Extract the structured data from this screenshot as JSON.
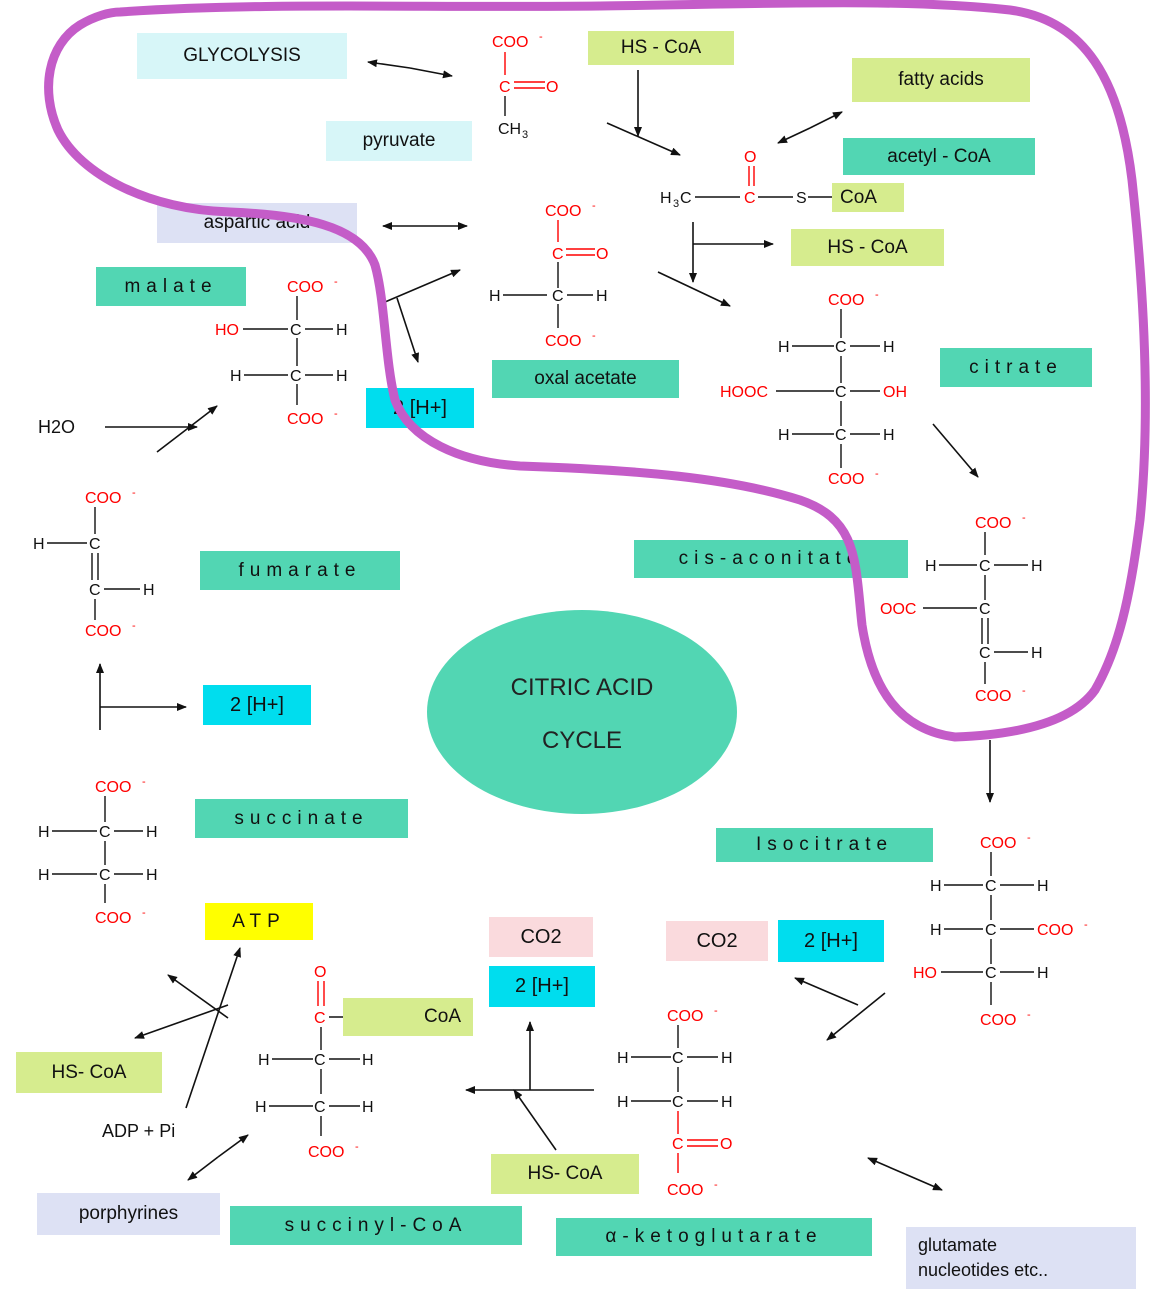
{
  "labels": {
    "glycolysis": "GLYCOLYSIS",
    "pyruvate": "pyruvate",
    "hscoa_top": "HS - CoA",
    "fatty_acids": "fatty acids",
    "acetyl_coa": "acetyl - CoA",
    "hscoa_right": "HS - CoA",
    "aspartic_acid": "aspartic acid",
    "malate": "malate",
    "oxalacetate": "oxal acetate",
    "citrate": "citrate",
    "h_plus_top": "2 [H+]",
    "fumarate": "fumarate",
    "cis_aconitate": "cis-aconitate",
    "h_plus_left": "2 [H+]",
    "succinate": "succinate",
    "isocitrate": "Isocitrate",
    "atp": "ATP",
    "co2_mid": "CO2",
    "co2_right": "CO2",
    "h_plus_right": "2 [H+]",
    "h_plus_mid": "2 [H+]",
    "hscoa_left": "HS- CoA",
    "hscoa_bottom": "HS- CoA",
    "porphyrines": "porphyrines",
    "succinyl_coa": "succinyl-CoA",
    "alpha_ketoglutarate": "α-ketoglutarate",
    "glutamate": "glutamate",
    "nucleotides": "nucleotides etc..",
    "adp_pi": "ADP + Pi",
    "h2o": "H2O"
  },
  "center": {
    "line1": "CITRIC ACID",
    "line2": "CYCLE"
  },
  "colors": {
    "center_ellipse": "#52d6b3",
    "outline": "#c45cc8",
    "chem_red": "#ff0000"
  }
}
